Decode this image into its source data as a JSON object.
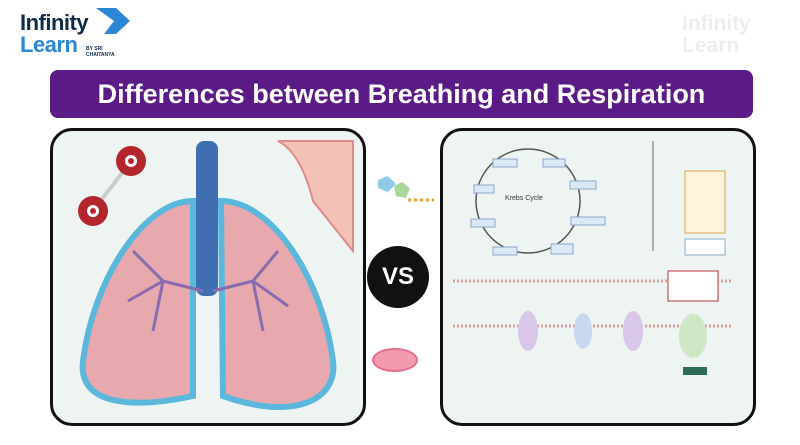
{
  "logo": {
    "line1": "Infinity",
    "line2": "Learn",
    "tagline": "BY SRI CHAITANYA"
  },
  "watermark": {
    "line1": "Infinity",
    "line2": "Learn"
  },
  "title": "Differences between Breathing and Respiration",
  "vs_label": "VS",
  "right_panel": {
    "krebs_label": "Krebs Cycle"
  },
  "colors": {
    "banner": "#5a1b86",
    "lung": "#e7a9ad",
    "trachea": "#3f6fb0",
    "lung_outline": "#5bb8dc"
  }
}
